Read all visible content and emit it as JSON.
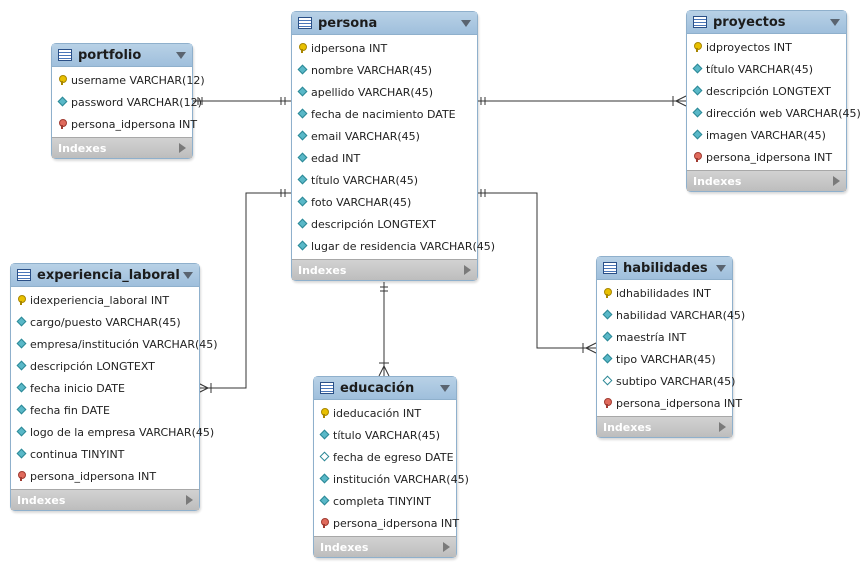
{
  "footer_label": "Indexes",
  "tables": [
    {
      "id": "portfolio",
      "name": "portfolio",
      "columns": [
        {
          "key": "pk",
          "text": "username VARCHAR(12)"
        },
        {
          "key": "nn",
          "text": "password VARCHAR(12)"
        },
        {
          "key": "fk",
          "text": "persona_idpersona INT"
        }
      ]
    },
    {
      "id": "persona",
      "name": "persona",
      "columns": [
        {
          "key": "pk",
          "text": "idpersona INT"
        },
        {
          "key": "nn",
          "text": "nombre VARCHAR(45)"
        },
        {
          "key": "nn",
          "text": "apellido VARCHAR(45)"
        },
        {
          "key": "nn",
          "text": "fecha de nacimiento DATE"
        },
        {
          "key": "nn",
          "text": "email VARCHAR(45)"
        },
        {
          "key": "nn",
          "text": "edad INT"
        },
        {
          "key": "nn",
          "text": "título VARCHAR(45)"
        },
        {
          "key": "nn",
          "text": "foto VARCHAR(45)"
        },
        {
          "key": "nn",
          "text": "descripción LONGTEXT"
        },
        {
          "key": "nn",
          "text": "lugar de residencia VARCHAR(45)"
        }
      ]
    },
    {
      "id": "proyectos",
      "name": "proyectos",
      "columns": [
        {
          "key": "pk",
          "text": "idproyectos INT"
        },
        {
          "key": "nn",
          "text": "título VARCHAR(45)"
        },
        {
          "key": "nn",
          "text": "descripción LONGTEXT"
        },
        {
          "key": "nn",
          "text": "dirección web VARCHAR(45)"
        },
        {
          "key": "nn",
          "text": "imagen VARCHAR(45)"
        },
        {
          "key": "fk",
          "text": "persona_idpersona INT"
        }
      ]
    },
    {
      "id": "experiencia_laboral",
      "name": "experiencia_laboral",
      "columns": [
        {
          "key": "pk",
          "text": "idexperiencia_laboral INT"
        },
        {
          "key": "nn",
          "text": "cargo/puesto VARCHAR(45)"
        },
        {
          "key": "nn",
          "text": "empresa/institución VARCHAR(45)"
        },
        {
          "key": "nn",
          "text": "descripción LONGTEXT"
        },
        {
          "key": "nn",
          "text": "fecha inicio DATE"
        },
        {
          "key": "nn",
          "text": "fecha fin DATE"
        },
        {
          "key": "nn",
          "text": "logo de la empresa VARCHAR(45)"
        },
        {
          "key": "nn",
          "text": "continua TINYINT"
        },
        {
          "key": "fk",
          "text": "persona_idpersona INT"
        }
      ]
    },
    {
      "id": "educacion",
      "name": "educación",
      "columns": [
        {
          "key": "pk",
          "text": "ideducación INT"
        },
        {
          "key": "nn",
          "text": "título VARCHAR(45)"
        },
        {
          "key": "null",
          "text": "fecha de egreso DATE"
        },
        {
          "key": "nn",
          "text": "institución VARCHAR(45)"
        },
        {
          "key": "nn",
          "text": "completa TINYINT"
        },
        {
          "key": "fk",
          "text": "persona_idpersona INT"
        }
      ]
    },
    {
      "id": "habilidades",
      "name": "habilidades",
      "columns": [
        {
          "key": "pk",
          "text": "idhabilidades INT"
        },
        {
          "key": "nn",
          "text": "habilidad VARCHAR(45)"
        },
        {
          "key": "nn",
          "text": "maestría INT"
        },
        {
          "key": "nn",
          "text": "tipo VARCHAR(45)"
        },
        {
          "key": "null",
          "text": "subtipo VARCHAR(45)"
        },
        {
          "key": "fk",
          "text": "persona_idpersona INT"
        }
      ]
    }
  ]
}
